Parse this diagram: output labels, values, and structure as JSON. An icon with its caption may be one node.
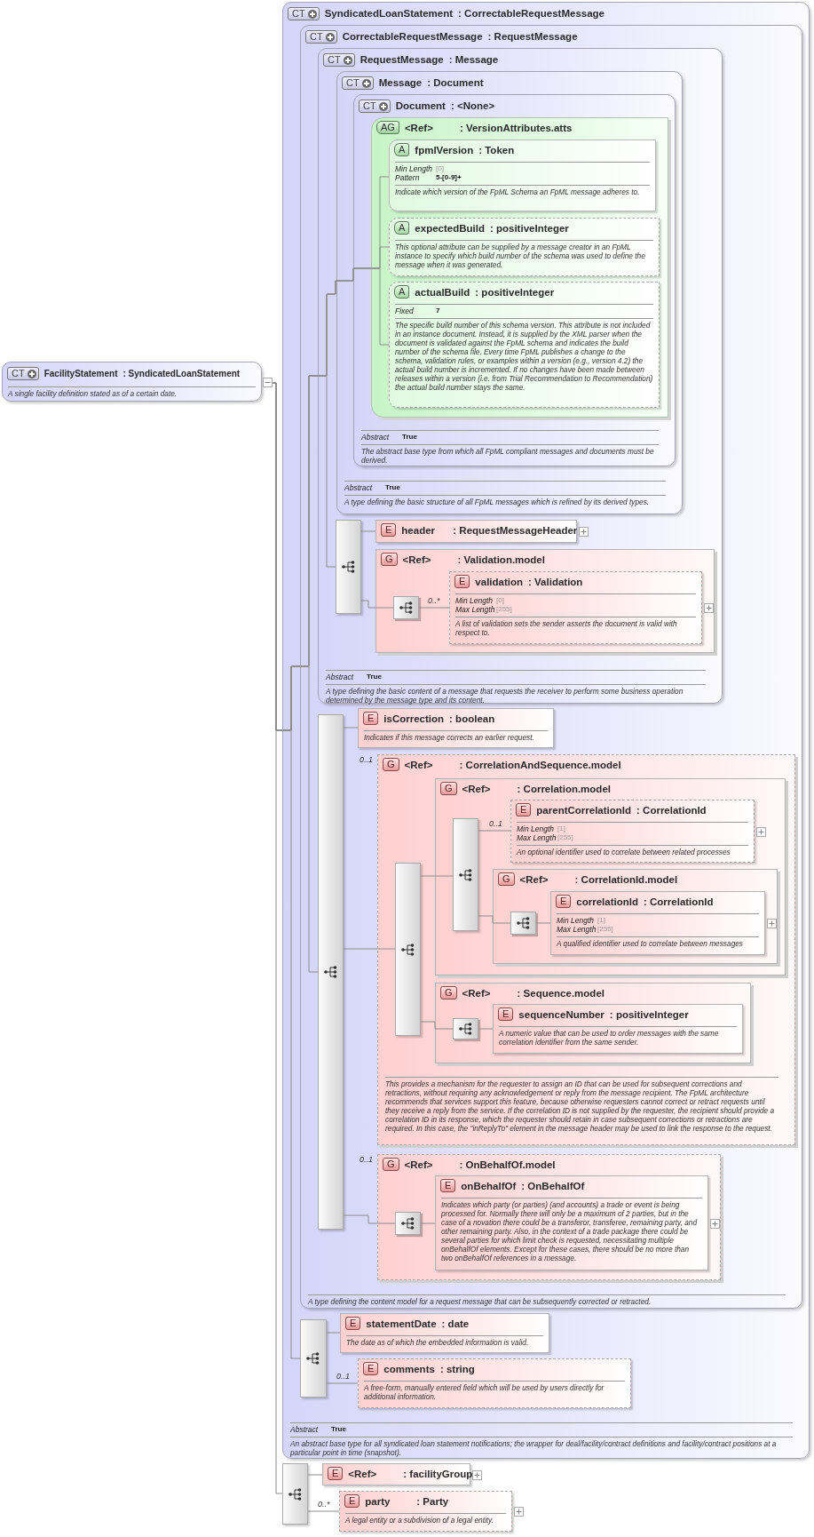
{
  "diagram": {
    "nodes": [
      {
        "text": [
          "CT",
          "FacilityStatement",
          ": SyndicatedLoanStatement",
          "A single facility definition stated as of a certain date."
        ]
      },
      {
        "text": [
          "CT",
          "SyndicatedLoanStatement",
          ": CorrectableRequestMessage",
          "Abstract",
          "True",
          "An abstract base type for all syndicated loan statement notifications; the wrapper for deal/facility/contract definitions and facility/contract positions at a particular point in time (snapshot)."
        ]
      },
      {
        "text": [
          "CT",
          "CorrectableRequestMessage",
          ": RequestMessage",
          "A type defining the content model for a request message that can be subsequently corrected or retracted."
        ],
        "in": 1
      },
      {
        "text": [
          "CT",
          "RequestMessage",
          ": Message",
          "Abstract",
          "True",
          "A type defining the basic content of a message that requests the receiver to perform some business operation determined by the message type and its content."
        ],
        "in": 2
      },
      {
        "text": [
          "CT",
          "Message",
          ": Document",
          "Abstract",
          "True",
          "A type defining the basic structure of all FpML messages which is refined by its derived types."
        ],
        "in": 3
      },
      {
        "text": [
          "CT",
          "Document",
          ": <None>",
          "Abstract",
          "True",
          "The abstract base type from which all FpML compliant messages and documents must be derived."
        ],
        "in": 4
      },
      {
        "text": [
          "AG",
          "<Ref>",
          ": VersionAttributes.atts"
        ],
        "in": 5
      },
      {
        "text": [
          "A",
          "fpmlVersion",
          ": Token",
          "Min Length",
          "[0]",
          "Pattern",
          "5-[0-9]+",
          "Indicate which version of the FpML Schema an FpML message adheres to."
        ],
        "in": 6
      },
      {
        "text": [
          "A",
          "expectedBuild",
          ": positiveInteger",
          "This optional attribute can be supplied by a message creator in an FpML instance to specify which build number of the schema was used to define the message when it was generated."
        ],
        "in": 6
      },
      {
        "text": [
          "A",
          "actualBuild",
          ": positiveInteger",
          "Fixed",
          "7",
          "The specific build number of this schema version. This attribute is not included in an instance document. Instead, it is supplied by the XML parser when the document is validated against the FpML schema and indicates the build number of the schema file. Every time FpML publishes a change to the schema, validation rules, or examples within a version (e.g., version 4.2) the actual build number is incremented. If no changes have been made between releases within a version (i.e. from Trial Recommendation to Recommendation) the actual build number stays the same."
        ],
        "in": 6
      },
      {
        "text": [],
        "shape": "bar",
        "in": 3
      },
      {
        "text": [
          "E",
          "header",
          ": RequestMessageHeader"
        ],
        "in": 3
      },
      {
        "text": [
          "G",
          "<Ref>",
          ": Validation.model"
        ],
        "in": 3
      },
      {
        "text": [],
        "shape": "box",
        "in": 12
      },
      {
        "text": [
          "E",
          "validation",
          ": Validation",
          "Min Length",
          "[0]",
          "Max Length",
          "[255]",
          "A list of validation sets the sender asserts the document is valid with respect to."
        ],
        "in": 12
      },
      {
        "text": [],
        "shape": "bar",
        "in": 2
      },
      {
        "text": [
          "E",
          "isCorrection",
          ": boolean",
          "Indicates if this message corrects an earlier request."
        ],
        "in": 2
      },
      {
        "text": [
          "G",
          "<Ref>",
          ": CorrelationAndSequence.model",
          "This provides a mechanism for the requester to assign an ID that can be used for subsequent corrections and retractions, without requiring any acknowledgement or reply from the message recipient. The FpML architecture recommends that services support this feature, because otherwise requesters cannot correct or retract requests until they receive a reply from the service. If the correlation ID is not supplied by the requester, the recipient should provide a correlation ID in its response, which the requester should retain in case subsequent corrections or retractions are required. In this case, the \"inReplyTo\" element in the message header may be used to link the response to the request."
        ],
        "beside": [
          "0..1"
        ],
        "in": 2
      },
      {
        "text": [],
        "shape": "bar",
        "in": 17
      },
      {
        "text": [
          "G",
          "<Ref>",
          ": Correlation.model"
        ],
        "in": 17
      },
      {
        "text": [],
        "shape": "bar",
        "in": 19
      },
      {
        "text": [
          "E",
          "parentCorrelationId",
          ": CorrelationId",
          "Min Length",
          "[1]",
          "Max Length",
          "[255]",
          "An optional identifier used to correlate between related processes"
        ],
        "in": 19
      },
      {
        "text": [
          "G",
          "<Ref>",
          ": CorrelationId.model"
        ],
        "in": 19
      },
      {
        "text": [],
        "shape": "box",
        "in": 22
      },
      {
        "text": [
          "E",
          "correlationId",
          ": CorrelationId",
          "Min Length",
          "[1]",
          "Max Length",
          "[255]",
          "A qualified identifier used to correlate between messages"
        ],
        "in": 22
      },
      {
        "text": [
          "G",
          "<Ref>",
          ": Sequence.model"
        ],
        "in": 17
      },
      {
        "text": [],
        "shape": "box",
        "in": 25
      },
      {
        "text": [
          "E",
          "sequenceNumber",
          ": positiveInteger",
          "A numeric value that can be used to order messages with the same correlation identifier from the same sender."
        ],
        "in": 25
      },
      {
        "text": [
          "G",
          "<Ref>",
          ": OnBehalfOf.model"
        ],
        "beside": [
          "0..1"
        ],
        "in": 2
      },
      {
        "text": [],
        "shape": "box",
        "in": 28
      },
      {
        "text": [
          "E",
          "onBehalfOf",
          ": OnBehalfOf",
          "Indicates which party (or parties) (and accounts) a trade or event is being processed for. Normally there will only be a maximum of 2 parties, but in the case of a novation there could be a transferor, transferee, remaining party, and other remaining party. Also, in the context of a trade package there could be several parties for which limit check is requested, necessitating multiple onBehalfOf elements. Except for these cases, there should be no more than two onBehalfOf references in a message."
        ],
        "in": 28
      },
      {
        "text": [],
        "shape": "bar",
        "in": 1
      },
      {
        "text": [
          "E",
          "statementDate",
          ": date",
          "The date as of which the embedded information is valid."
        ],
        "in": 1
      },
      {
        "text": [
          "E",
          "comments",
          ": string",
          "A free-form, manually entered field which will be used by users directly for additional information."
        ],
        "in": 1
      },
      {
        "text": [],
        "shape": "bar"
      },
      {
        "text": [
          "E",
          "<Ref>",
          ": facilityGroup"
        ]
      },
      {
        "text": [
          "E",
          "party",
          ": Party",
          "A legal entity or a subdivision of a legal entity."
        ]
      }
    ],
    "edges": [
      {
        "from": 0,
        "to": 7,
        "arrow": "none"
      },
      {
        "from": 0,
        "to": 8,
        "arrow": "none"
      },
      {
        "from": 0,
        "to": 9,
        "arrow": "none"
      },
      {
        "from": 0,
        "to": 10,
        "arrow": "none"
      },
      {
        "from": 0,
        "to": 15,
        "arrow": "none"
      },
      {
        "from": 0,
        "to": 31,
        "arrow": "none"
      },
      {
        "from": 0,
        "to": 34,
        "arrow": "none"
      },
      {
        "from": 10,
        "to": 11,
        "arrow": "none"
      },
      {
        "from": 10,
        "to": 13,
        "arrow": "none"
      },
      {
        "from": 13,
        "to": 14,
        "arrow": "none",
        "label": "0..*"
      },
      {
        "from": 15,
        "to": 16,
        "arrow": "none"
      },
      {
        "from": 15,
        "to": 18,
        "arrow": "none"
      },
      {
        "from": 15,
        "to": 29,
        "arrow": "none"
      },
      {
        "from": 18,
        "to": 20,
        "arrow": "none"
      },
      {
        "from": 18,
        "to": 26,
        "arrow": "none"
      },
      {
        "from": 20,
        "to": 21,
        "arrow": "none",
        "label": "0..1"
      },
      {
        "from": 20,
        "to": 23,
        "arrow": "none"
      },
      {
        "from": 23,
        "to": 24,
        "arrow": "none"
      },
      {
        "from": 26,
        "to": 27,
        "arrow": "none"
      },
      {
        "from": 29,
        "to": 30,
        "arrow": "none"
      },
      {
        "from": 31,
        "to": 32,
        "arrow": "none"
      },
      {
        "from": 31,
        "to": 33,
        "arrow": "none",
        "label": "0..1"
      },
      {
        "from": 34,
        "to": 35,
        "arrow": "none"
      },
      {
        "from": 34,
        "to": 36,
        "arrow": "none",
        "label": "0..*"
      }
    ]
  }
}
